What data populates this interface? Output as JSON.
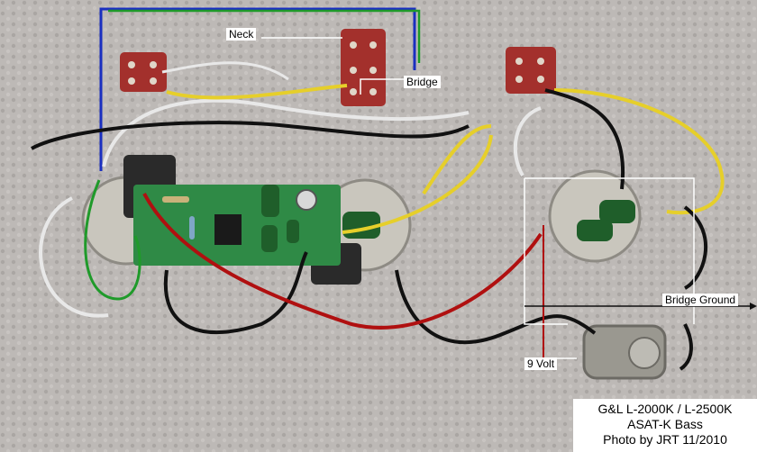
{
  "labels": {
    "neck": "Neck",
    "bridge": "Bridge",
    "bridge_ground": "Bridge Ground",
    "nine_volt": "9 Volt"
  },
  "caption": {
    "line1": "G&L L-2000K / L-2500K",
    "line2": "ASAT-K Bass",
    "line3": "Photo by JRT  11/2010"
  },
  "colors": {
    "background": "#b9b5b2",
    "wire_black": "#111111",
    "wire_white": "#e8e8e8",
    "wire_yellow": "#e6cf2a",
    "wire_red": "#b01010",
    "wire_green": "#1f9a2a",
    "wire_blue": "#1a2fc0",
    "circuit_board": "#2f8a46",
    "switch_red": "#a3302c",
    "pot_metal": "#c9c6bd"
  }
}
